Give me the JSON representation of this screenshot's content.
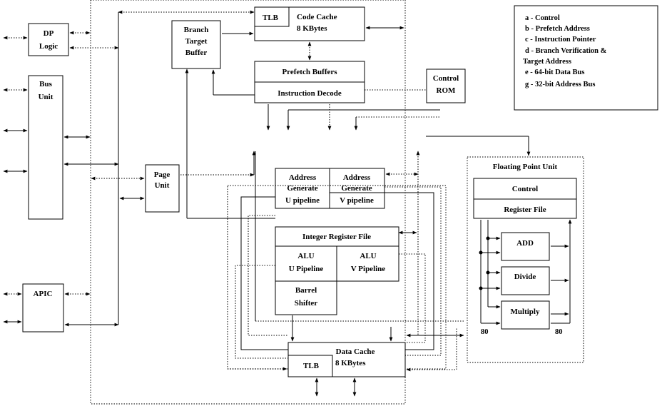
{
  "legend": [
    "a - Control",
    "b - Prefetch Address",
    "c - Instruction Pointer",
    "d - Branch Verification  &",
    "Target Address",
    "e - 64-bit  Data Bus",
    "g - 32-bit  Address Bus"
  ],
  "blocks": {
    "dp_logic": [
      "DP",
      "Logic"
    ],
    "bus_unit": [
      "Bus",
      "Unit"
    ],
    "apic": [
      "APIC"
    ],
    "page_unit": [
      "Page",
      "Unit"
    ],
    "branch_target_buffer": [
      "Branch",
      "Target",
      "Buffer"
    ],
    "code_cache_tlb": "TLB",
    "code_cache": [
      "Code Cache",
      "8 KBytes"
    ],
    "prefetch_buffers": "Prefetch Buffers",
    "instruction_decode": "Instruction Decode",
    "control_rom": [
      "Control",
      "ROM"
    ],
    "agu_u": [
      "Address",
      "Generate",
      "U pipeline"
    ],
    "agu_v": [
      "Address",
      "Generate",
      "V pipeline"
    ],
    "integer_register_file": "Integer Register File",
    "alu_u": [
      "ALU",
      "U Pipeline"
    ],
    "alu_v": [
      "ALU",
      "V Pipeline"
    ],
    "barrel_shifter": [
      "Barrel",
      "Shifter"
    ],
    "data_cache": [
      "Data Cache",
      "8  KBytes"
    ],
    "data_cache_tlb": "TLB",
    "fpu_title": "Floating Point Unit",
    "fpu_control": "Control",
    "fpu_register_file": "Register File",
    "fpu_add": "ADD",
    "fpu_divide": "Divide",
    "fpu_multiply": "Multiply",
    "fpu_bus_left": "80",
    "fpu_bus_right": "80"
  }
}
